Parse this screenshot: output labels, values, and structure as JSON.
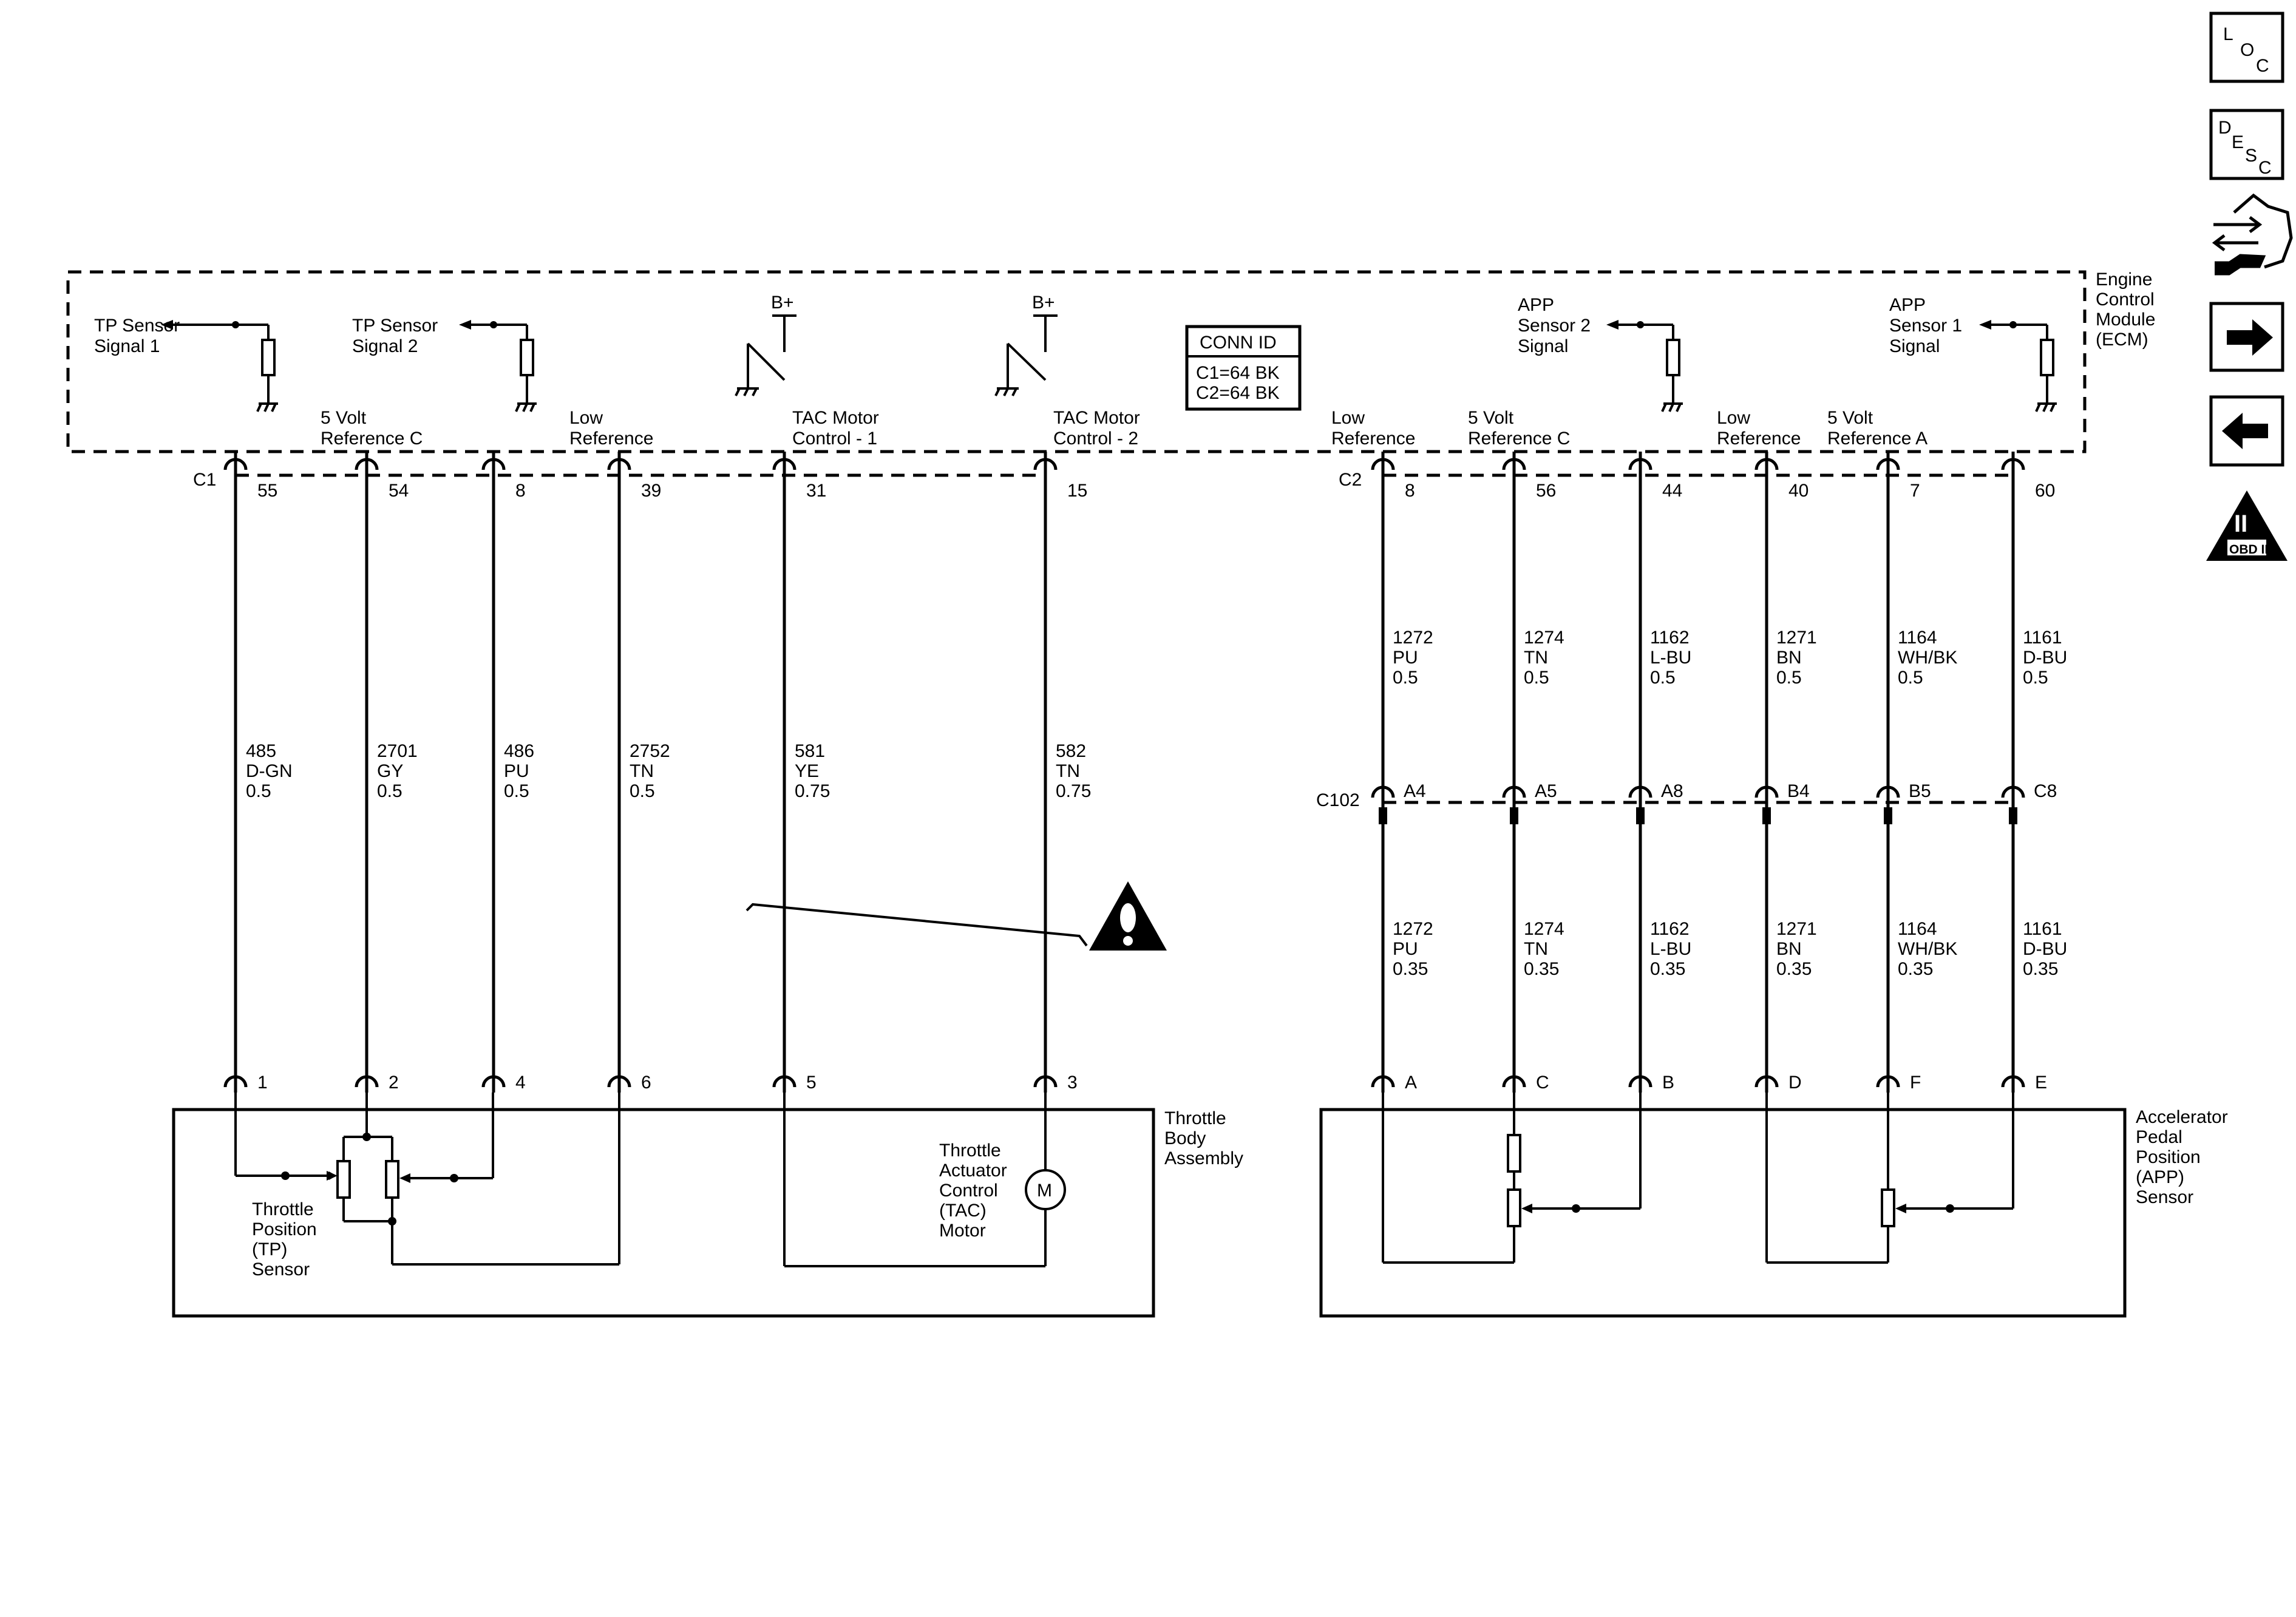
{
  "ecm": {
    "label": [
      "Engine",
      "Control",
      "Module",
      "(ECM)"
    ]
  },
  "conn_id": {
    "title": "CONN ID",
    "rows": [
      "C1=64 BK",
      "C2=64 BK"
    ]
  },
  "connectors": {
    "c1": "C1",
    "c2": "C2",
    "c102": "C102"
  },
  "supply": {
    "b_plus": "B+"
  },
  "ecm_labels": {
    "tp1": [
      "TP Sensor",
      "Signal 1"
    ],
    "tp2": [
      "TP Sensor",
      "Signal 2"
    ],
    "ref5c_left": [
      "5 Volt",
      "Reference C"
    ],
    "low_left": [
      "Low",
      "Reference"
    ],
    "tac1": [
      "TAC Motor",
      "Control - 1"
    ],
    "tac2": [
      "TAC Motor",
      "Control - 2"
    ],
    "low_right1": [
      "Low",
      "Reference"
    ],
    "ref5c_right": [
      "5 Volt",
      "Reference C"
    ],
    "app2": [
      "APP",
      "Sensor 2",
      "Signal"
    ],
    "low_right2": [
      "Low",
      "Reference"
    ],
    "ref5a": [
      "5 Volt",
      "Reference A"
    ],
    "app1": [
      "APP",
      "Sensor 1",
      "Signal"
    ]
  },
  "left_wires": [
    {
      "ecm_pin": "55",
      "circuit": [
        "485",
        "D-GN",
        "0.5"
      ],
      "device_pin": "1"
    },
    {
      "ecm_pin": "54",
      "circuit": [
        "2701",
        "GY",
        "0.5"
      ],
      "device_pin": "2"
    },
    {
      "ecm_pin": "8",
      "circuit": [
        "486",
        "PU",
        "0.5"
      ],
      "device_pin": "4"
    },
    {
      "ecm_pin": "39",
      "circuit": [
        "2752",
        "TN",
        "0.5"
      ],
      "device_pin": "6"
    },
    {
      "ecm_pin": "31",
      "circuit": [
        "581",
        "YE",
        "0.75"
      ],
      "device_pin": "5"
    },
    {
      "ecm_pin": "15",
      "circuit": [
        "582",
        "TN",
        "0.75"
      ],
      "device_pin": "3"
    }
  ],
  "right_wires": [
    {
      "ecm_pin": "8",
      "upper": [
        "1272",
        "PU",
        "0.5"
      ],
      "c102_pin": "A4",
      "lower": [
        "1272",
        "PU",
        "0.35"
      ],
      "device_pin": "A"
    },
    {
      "ecm_pin": "56",
      "upper": [
        "1274",
        "TN",
        "0.5"
      ],
      "c102_pin": "A5",
      "lower": [
        "1274",
        "TN",
        "0.35"
      ],
      "device_pin": "C"
    },
    {
      "ecm_pin": "44",
      "upper": [
        "1162",
        "L-BU",
        "0.5"
      ],
      "c102_pin": "A8",
      "lower": [
        "1162",
        "L-BU",
        "0.35"
      ],
      "device_pin": "B"
    },
    {
      "ecm_pin": "40",
      "upper": [
        "1271",
        "BN",
        "0.5"
      ],
      "c102_pin": "B4",
      "lower": [
        "1271",
        "BN",
        "0.35"
      ],
      "device_pin": "D"
    },
    {
      "ecm_pin": "7",
      "upper": [
        "1164",
        "WH/BK",
        "0.5"
      ],
      "c102_pin": "B5",
      "lower": [
        "1164",
        "WH/BK",
        "0.35"
      ],
      "device_pin": "F"
    },
    {
      "ecm_pin": "60",
      "upper": [
        "1161",
        "D-BU",
        "0.5"
      ],
      "c102_pin": "C8",
      "lower": [
        "1161",
        "D-BU",
        "0.35"
      ],
      "device_pin": "E"
    }
  ],
  "components": {
    "throttle_body": [
      "Throttle",
      "Body",
      "Assembly"
    ],
    "tp_sensor": [
      "Throttle",
      "Position",
      "(TP)",
      "Sensor"
    ],
    "tac_motor": [
      "Throttle",
      "Actuator",
      "Control",
      "(TAC)",
      "Motor"
    ],
    "motor_symbol": "M",
    "app_sensor": [
      "Accelerator",
      "Pedal",
      "Position",
      "(APP)",
      "Sensor"
    ]
  },
  "nav": {
    "loc": [
      "L",
      "O",
      "C"
    ],
    "desc": [
      "D",
      "E",
      "S",
      "C"
    ],
    "obd": {
      "numeral": "II",
      "label": "OBD II"
    },
    "icons": [
      "location-icon",
      "description-icon",
      "repair-tool-icon",
      "next-arrow-icon",
      "previous-arrow-icon",
      "obd-ii-icon"
    ]
  },
  "warning_icon": "caution-icon"
}
